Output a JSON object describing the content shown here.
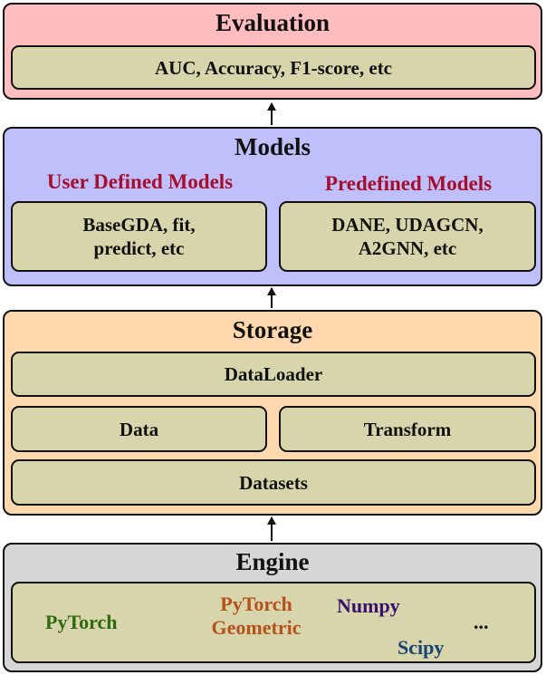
{
  "colors": {
    "evaluation_bg": "#ffbdbf",
    "models_bg": "#bfbffc",
    "storage_bg": "#ffd8ae",
    "engine_bg": "#d6d6d6",
    "inner_box_bg": "#d8d4ac",
    "sublabel_color": "#a50f2d",
    "pytorch_color": "#2f6a10",
    "pyg_color": "#b4521a",
    "numpy_color": "#3a0f6e",
    "scipy_color": "#16466f"
  },
  "evaluation": {
    "title": "Evaluation",
    "metrics": "AUC, Accuracy, F1-score, etc"
  },
  "models": {
    "title": "Models",
    "user_defined": {
      "label": "User Defined Models",
      "line1": "BaseGDA, fit,",
      "line2": "predict, etc"
    },
    "predefined": {
      "label": "Predefined Models",
      "line1": "DANE, UDAGCN,",
      "line2": "A2GNN, etc"
    }
  },
  "storage": {
    "title": "Storage",
    "dataloader": "DataLoader",
    "data": "Data",
    "transform": "Transform",
    "datasets": "Datasets"
  },
  "engine": {
    "title": "Engine",
    "libs": {
      "pytorch": "PyTorch",
      "pyg_line1": "PyTorch",
      "pyg_line2": "Geometric",
      "numpy": "Numpy",
      "scipy": "Scipy",
      "more": "..."
    }
  }
}
